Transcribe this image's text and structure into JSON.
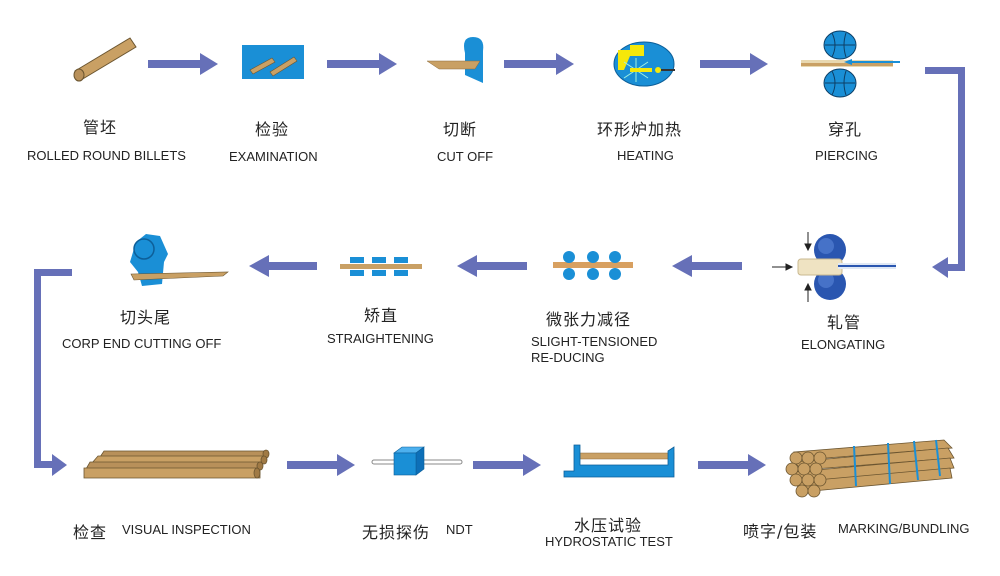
{
  "colors": {
    "arrow": "#6670b8",
    "blue": "#1a8fd6",
    "tube": "#c9a064",
    "yellow": "#f5e80a"
  },
  "steps": [
    {
      "id": "billets",
      "cn": "管坯",
      "en": "ROLLED ROUND BILLETS",
      "icon": "billet-icon"
    },
    {
      "id": "examination",
      "cn": "检验",
      "en": "EXAMINATION",
      "icon": "examination-icon"
    },
    {
      "id": "cutoff",
      "cn": "切断",
      "en": "CUT OFF",
      "icon": "cutter-icon"
    },
    {
      "id": "heating",
      "cn": "环形炉加热",
      "en": "HEATING",
      "icon": "furnace-icon"
    },
    {
      "id": "piercing",
      "cn": "穿孔",
      "en": "PIERCING",
      "icon": "piercing-rolls-icon"
    },
    {
      "id": "elongating",
      "cn": "轧管",
      "en": "ELONGATING",
      "icon": "elongating-rolls-icon"
    },
    {
      "id": "reducing",
      "cn": "微张力减径",
      "en": "SLIGHT-TENSIONED",
      "en2": "RE-DUCING",
      "icon": "reducing-rolls-icon"
    },
    {
      "id": "straightening",
      "cn": "矫直",
      "en": "STRAIGHTENING",
      "icon": "straightener-icon"
    },
    {
      "id": "cropend",
      "cn": "切头尾",
      "en": "CORP  END  CUTTING  OFF",
      "icon": "crop-cutter-icon"
    },
    {
      "id": "visual",
      "cn": "检查",
      "en": "VISUAL INSPECTION",
      "icon": "pipes-icon"
    },
    {
      "id": "ndt",
      "cn": "无损探伤",
      "en": "NDT",
      "icon": "ndt-probe-icon"
    },
    {
      "id": "hydro",
      "cn": "水压试验",
      "en": "HYDROSTATIC TEST",
      "icon": "hydro-tester-icon"
    },
    {
      "id": "marking",
      "cn": "喷字/包装",
      "en": "MARKING/BUNDLING",
      "icon": "bundle-icon"
    }
  ]
}
